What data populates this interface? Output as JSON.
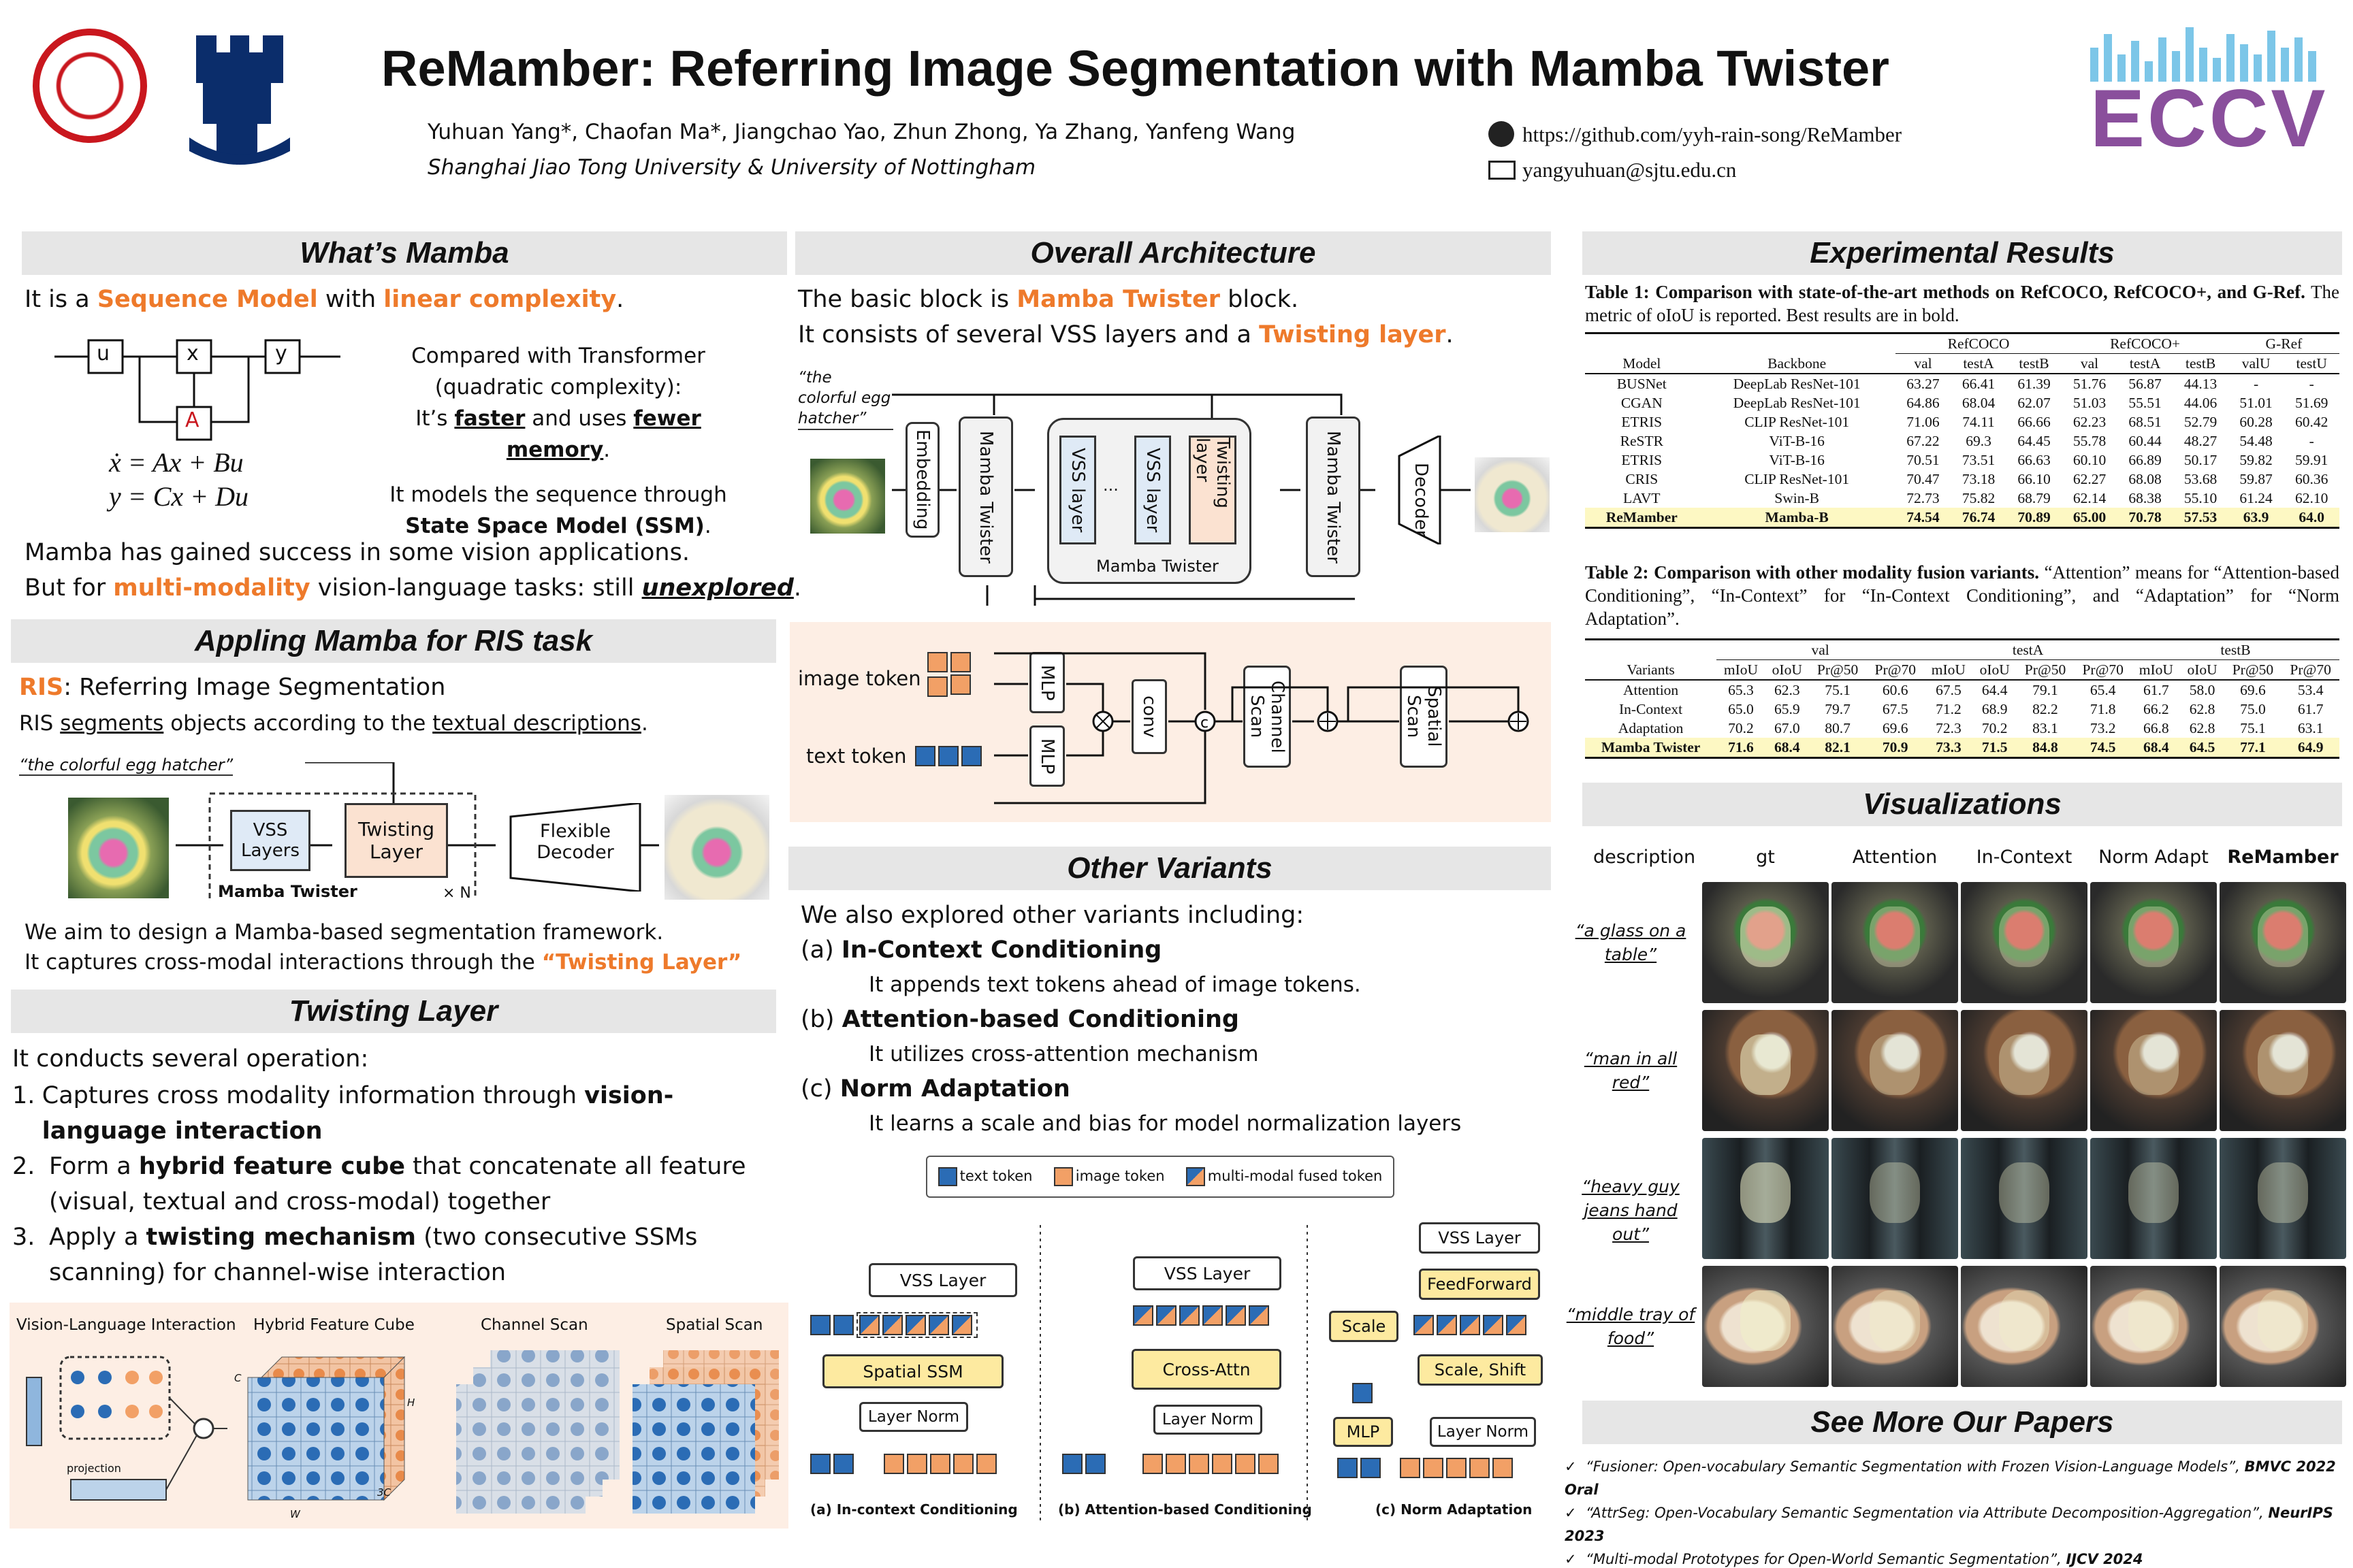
{
  "header": {
    "title": "ReMamber: Referring Image Segmentation with Mamba Twister",
    "authors": "Yuhuan Yang*, Chaofan Ma*, Jiangchao Yao, Zhun Zhong, Ya Zhang, Yanfeng Wang",
    "affiliation": "Shanghai Jiao Tong University & University of Nottingham",
    "github": "https://github.com/yyh-rain-song/ReMamber",
    "email": "yangyuhuan@sjtu.edu.cn",
    "conf": "ECCV"
  },
  "mamba": {
    "title": "What’s Mamba",
    "l1a": "It is a ",
    "l1b": "Sequence Model",
    "l1c": " with ",
    "l1d": "linear complexity",
    "l1e": ".",
    "eq1": "ẋ = Ax + Bu",
    "eq2": "y = Cx + Du",
    "u": "u",
    "x": "x",
    "y": "y",
    "A": "A",
    "cmp1": "Compared with Transformer",
    "cmp2": "(quadratic complexity):",
    "cmp3a": "It’s ",
    "cmp3b": "faster",
    "cmp3c": " and uses ",
    "cmp3d": "fewer memory",
    "cmp3e": ".",
    "ssm1": "It models the sequence through",
    "ssm2": "State Space Model (SSM)",
    "ssm3": ".",
    "s1": "Mamba has gained success in some vision applications.",
    "s2a": "But for ",
    "s2b": "multi-modality",
    "s2c": " vision-language tasks: still ",
    "s2d": "unexplored",
    "s2e": "."
  },
  "ris": {
    "title": "Appling Mamba for RIS task",
    "l1a": "RIS",
    "l1b": ": Referring Image Segmentation",
    "l2a": "RIS ",
    "l2b": "segments",
    "l2c": " objects according to the ",
    "l2d": "textual descriptions",
    "l2e": ".",
    "quote": "“the colorful egg hatcher”",
    "vss": "VSS Layers",
    "tw": "Twisting Layer",
    "mt": "Mamba Twister",
    "xn": "× N",
    "dec": "Flexible Decoder",
    "a1": "We aim to design a Mamba-based segmentation framework.",
    "a2a": "It captures cross-modal interactions through the ",
    "a2b": "“Twisting Layer”"
  },
  "tl": {
    "title": "Twisting Layer",
    "intro": "It conducts several operation:",
    "i1n": "1.",
    "i1a": "Captures cross modality information through ",
    "i1b": "vision-language interaction",
    "i2n": "2.",
    "i2a": "Form a ",
    "i2b": "hybrid feature cube",
    "i2c": " that concatenate all feature (visual, textual and cross-modal) together",
    "i3n": "3.",
    "i3a": "Apply a ",
    "i3b": "twisting mechanism",
    "i3c": " (two consecutive SSMs scanning) for channel-wise interaction",
    "f1": "Vision-Language Interaction",
    "f2": "Hybrid Feature Cube",
    "f3": "Channel Scan",
    "f4": "Spatial Scan",
    "proj": "projection",
    "c": "C",
    "h": "H",
    "w": "W",
    "c3": "3C"
  },
  "arch": {
    "title": "Overall Architecture",
    "l1a": "The basic block is ",
    "l1b": "Mamba Twister",
    "l1c": " block.",
    "l2a": "It consists of several VSS layers and a ",
    "l2b": "Twisting layer",
    "l2c": ".",
    "quote": "“the colorful egg hatcher”",
    "emb": "Embedding",
    "mt1": "Mamba Twister",
    "vss": "VSS layer",
    "dots": "···",
    "tw": "Twisting layer",
    "mt2": "Mamba Twister",
    "dec": "Decoder",
    "mtlab": "Mamba Twister",
    "img": "image token",
    "txt": "text token",
    "mlp": "MLP",
    "conv": "conv",
    "cs": "Channel Scan",
    "ss": "Spatial Scan"
  },
  "ov": {
    "title": "Other Variants",
    "intro": "We also explored other variants including:",
    "a": "(a) ",
    "ab": "In-Context Conditioning",
    "ad": "It appends text tokens ahead of image tokens.",
    "b": "(b) ",
    "bb": "Attention-based Conditioning",
    "bd": "It utilizes cross-attention mechanism",
    "c": "(c) ",
    "cb": "Norm Adaptation",
    "cd": "It learns a scale and bias for model normalization layers",
    "lg1": "text token",
    "lg2": "image token",
    "lg3": "multi-modal fused token",
    "vss": "VSS Layer",
    "sssm": "Spatial SSM",
    "ln": "Layer Norm",
    "ca": "Cross-Attn",
    "ff": "FeedForward",
    "sc": "Scale",
    "ssh": "Scale, Shift",
    "mlp": "MLP",
    "capa": "(a) In-context Conditioning",
    "capb": "(b) Attention-based Conditioning",
    "capc": "(c) Norm Adaptation"
  },
  "exp": {
    "title": "Experimental Results",
    "t1a": "Table 1: Comparison with state-of-the-art methods on RefCOCO, RefCOCO+, and G-Ref.",
    "t1b": " The metric of oIoU is reported. Best results are in bold.",
    "t1head": [
      "Model",
      "Backbone",
      "val",
      "testA",
      "testB",
      "val",
      "testA",
      "testB",
      "valU",
      "testU"
    ],
    "t1grp": [
      "RefCOCO",
      "RefCOCO+",
      "G-Ref"
    ],
    "t1rows": [
      [
        "BUSNet",
        "DeepLab ResNet-101",
        "63.27",
        "66.41",
        "61.39",
        "51.76",
        "56.87",
        "44.13",
        "-",
        "-"
      ],
      [
        "CGAN",
        "DeepLab ResNet-101",
        "64.86",
        "68.04",
        "62.07",
        "51.03",
        "55.51",
        "44.06",
        "51.01",
        "51.69"
      ],
      [
        "ETRIS",
        "CLIP ResNet-101",
        "71.06",
        "74.11",
        "66.66",
        "62.23",
        "68.51",
        "52.79",
        "60.28",
        "60.42"
      ],
      [
        "ReSTR",
        "ViT-B-16",
        "67.22",
        "69.3",
        "64.45",
        "55.78",
        "60.44",
        "48.27",
        "54.48",
        "-"
      ],
      [
        "ETRIS",
        "ViT-B-16",
        "70.51",
        "73.51",
        "66.63",
        "60.10",
        "66.89",
        "50.17",
        "59.82",
        "59.91"
      ],
      [
        "CRIS",
        "CLIP ResNet-101",
        "70.47",
        "73.18",
        "66.10",
        "62.27",
        "68.08",
        "53.68",
        "59.87",
        "60.36"
      ],
      [
        "LAVT",
        "Swin-B",
        "72.73",
        "75.82",
        "68.79",
        "62.14",
        "68.38",
        "55.10",
        "61.24",
        "62.10"
      ]
    ],
    "t1best": [
      "ReMamber",
      "Mamba-B",
      "74.54",
      "76.74",
      "70.89",
      "65.00",
      "70.78",
      "57.53",
      "63.9",
      "64.0"
    ],
    "t2a": "Table 2: Comparison with other modality fusion variants.",
    "t2b": " “Attention” means for “Attention-based Conditioning”, “In-Context” for “In-Context Conditioning”, and “Adaptation” for “Norm Adaptation”.",
    "t2grp": [
      "val",
      "testA",
      "testB"
    ],
    "t2head": [
      "Variants",
      "mIoU",
      "oIoU",
      "Pr@50",
      "Pr@70",
      "mIoU",
      "oIoU",
      "Pr@50",
      "Pr@70",
      "mIoU",
      "oIoU",
      "Pr@50",
      "Pr@70"
    ],
    "t2rows": [
      [
        "Attention",
        "65.3",
        "62.3",
        "75.1",
        "60.6",
        "67.5",
        "64.4",
        "79.1",
        "65.4",
        "61.7",
        "58.0",
        "69.6",
        "53.4"
      ],
      [
        "In-Context",
        "65.0",
        "65.9",
        "79.7",
        "67.5",
        "71.2",
        "68.9",
        "82.2",
        "71.8",
        "66.2",
        "62.8",
        "75.0",
        "61.7"
      ],
      [
        "Adaptation",
        "70.2",
        "67.0",
        "80.7",
        "69.6",
        "72.3",
        "70.2",
        "83.1",
        "73.2",
        "66.8",
        "62.8",
        "75.1",
        "63.1"
      ]
    ],
    "t2best": [
      "Mamba Twister",
      "71.6",
      "68.4",
      "82.1",
      "70.9",
      "73.3",
      "71.5",
      "84.8",
      "74.5",
      "68.4",
      "64.5",
      "77.1",
      "64.9"
    ]
  },
  "vis": {
    "title": "Visualizations",
    "cols": [
      "description",
      "gt",
      "Attention",
      "In-Context",
      "Norm Adapt",
      "ReMamber"
    ],
    "rows": [
      "“a glass on a table”",
      "“man in all red”",
      "“heavy guy jeans hand out”",
      "“middle tray of food”"
    ]
  },
  "more": {
    "title": "See More Our Papers",
    "p1a": "“Fusioner: Open-vocabulary Semantic Segmentation with Frozen Vision-Language Models”, ",
    "p1b": "BMVC 2022 Oral",
    "p2a": "“AttrSeg: Open-Vocabulary Semantic Segmentation via Attribute Decomposition-Aggregation”, ",
    "p2b": "NeurIPS 2023",
    "p3a": "“Multi-modal Prototypes for Open-World Semantic Segmentation”, ",
    "p3b": "IJCV 2024",
    "check": "✓"
  }
}
